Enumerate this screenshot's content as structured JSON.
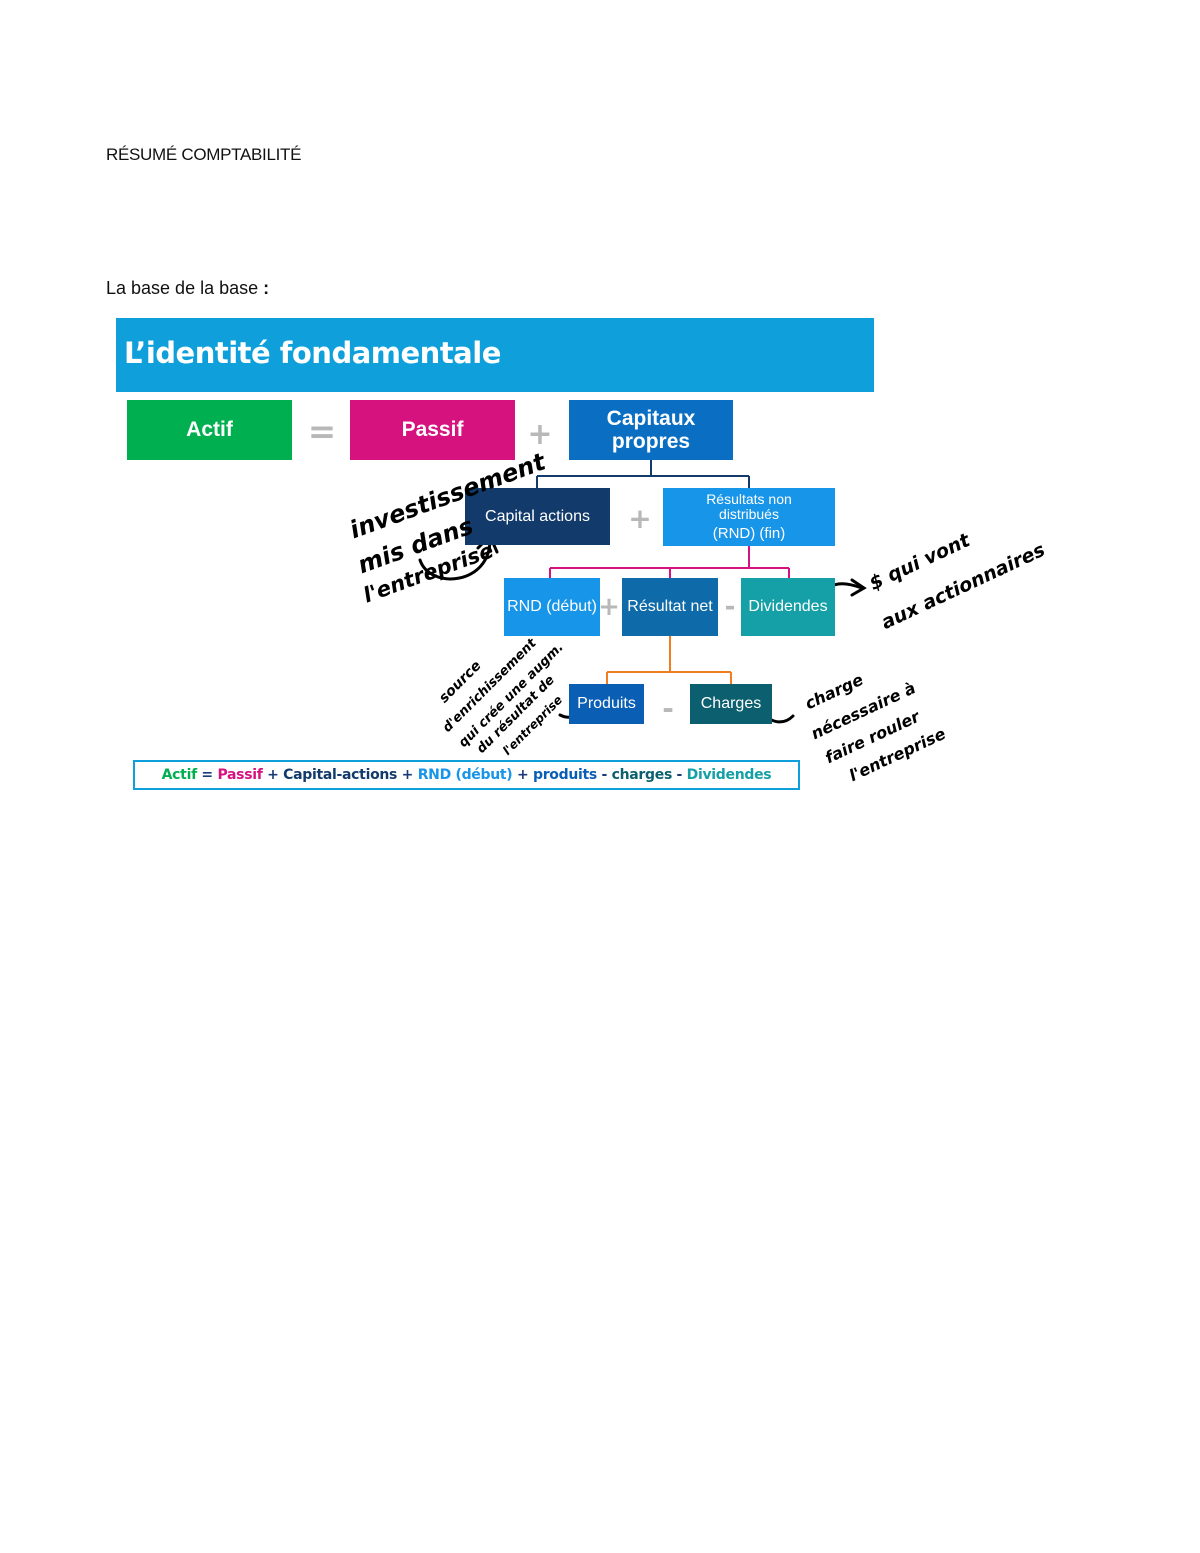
{
  "document": {
    "title": "RÉSUMÉ COMPTABILITÉ",
    "section_label": "La base de la base",
    "section_colon": " :"
  },
  "diagram": {
    "banner_title": "L’identité fondamentale",
    "top_row": {
      "actif": "Actif",
      "equals": "=",
      "passif": "Passif",
      "plus": "+",
      "capitaux_line1": "Capitaux",
      "capitaux_line2": "propres"
    },
    "second_row": {
      "capital_actions": "Capital actions",
      "plus": "+",
      "rnd_fin_line1": "Résultats non",
      "rnd_fin_line2": "distribués",
      "rnd_fin_line3": "(RND) (fin)"
    },
    "third_row": {
      "rnd_debut": "RND (début)",
      "plus": "+",
      "resultat_net": "Résultat net",
      "minus": "-",
      "dividendes": "Dividendes"
    },
    "fourth_row": {
      "produits": "Produits",
      "minus": "-",
      "charges": "Charges"
    },
    "formula": {
      "actif": "Actif",
      "eq": " = ",
      "passif": "Passif",
      "p1": " + ",
      "capital": "Capital-actions",
      "p2": " + ",
      "rnd": "RND (début)",
      "p3": " + ",
      "produits": "produits",
      "m1": " - ",
      "charges": "charges",
      "m2": " - ",
      "dividendes": "Dividendes"
    },
    "colors": {
      "banner": "#0fa0dc",
      "actif": "#00b050",
      "passif": "#d6127e",
      "capitaux": "#0a6fc2",
      "capital_actions": "#123a6b",
      "rnd_fin": "#1795e8",
      "rnd_debut": "#1795e8",
      "resultat_net": "#0e6aa8",
      "dividendes": "#14a0a6",
      "produits": "#0a5fb5",
      "charges": "#0b5f6e"
    }
  },
  "annotations": {
    "investissement": [
      "investissement",
      "mis dans",
      "l'entreprise"
    ],
    "dividendes": [
      "$ qui vont",
      "aux actionnaires"
    ],
    "produits": [
      "source",
      "d'enrichissement",
      "qui crée une augm.",
      "du résultat de",
      "l'entreprise"
    ],
    "charges": [
      "charge",
      "nécessaire à",
      "faire rouler",
      "l'entreprise"
    ]
  }
}
